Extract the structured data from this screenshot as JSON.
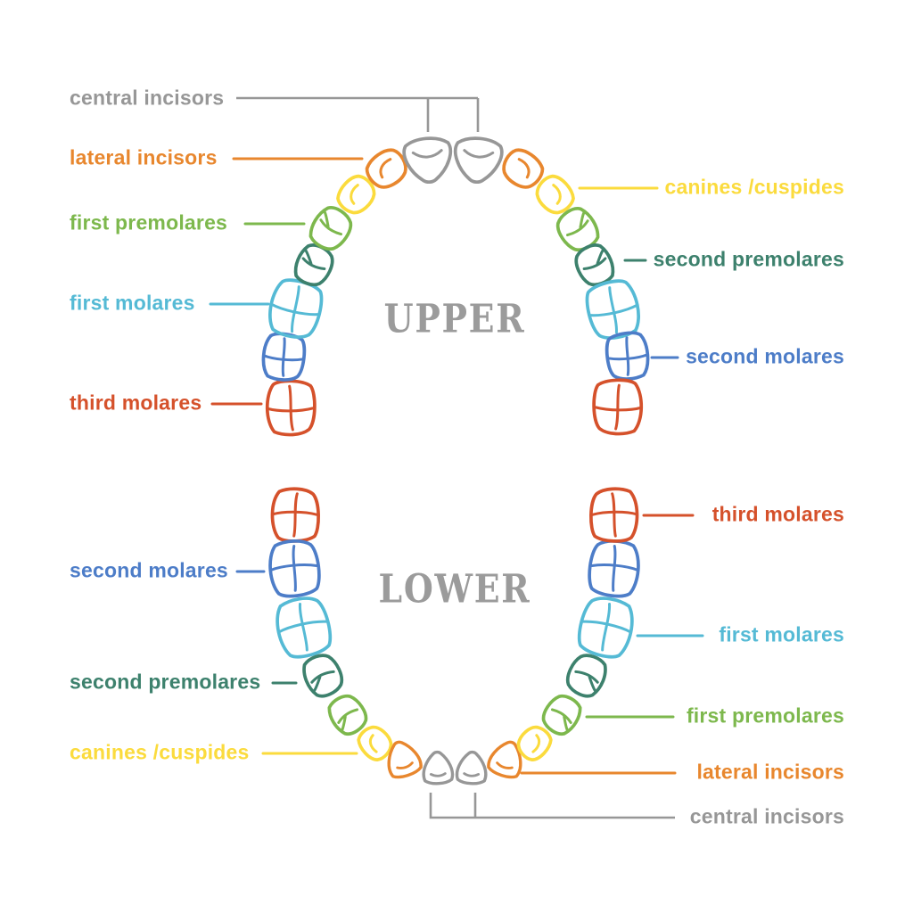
{
  "background": "#ffffff",
  "colors": {
    "central_incisors": "#979797",
    "lateral_incisors": "#e8872e",
    "canines": "#fbdb3d",
    "first_premolares": "#7db84d",
    "second_premolares": "#3d816d",
    "first_molares": "#55bad5",
    "second_molares": "#4d7dc8",
    "third_molares": "#d5512b",
    "section_title": "#9b9b9b"
  },
  "sections": {
    "upper": {
      "title": "UPPER",
      "left_labels": [
        {
          "text": "central incisors",
          "color": "central_incisors"
        },
        {
          "text": "lateral incisors",
          "color": "lateral_incisors"
        },
        {
          "text": "first premolares",
          "color": "first_premolares"
        },
        {
          "text": "first molares",
          "color": "first_molares"
        },
        {
          "text": "third molares",
          "color": "third_molares"
        }
      ],
      "right_labels": [
        {
          "text": "canines /cuspides",
          "color": "canines"
        },
        {
          "text": "second premolares",
          "color": "second_premolares"
        },
        {
          "text": "second molares",
          "color": "second_molares"
        }
      ]
    },
    "lower": {
      "title": "LOWER",
      "left_labels": [
        {
          "text": "second molares",
          "color": "second_molares"
        },
        {
          "text": "second premolares",
          "color": "second_premolares"
        },
        {
          "text": "canines /cuspides",
          "color": "canines"
        }
      ],
      "right_labels": [
        {
          "text": "third molares",
          "color": "third_molares"
        },
        {
          "text": "first molares",
          "color": "first_molares"
        },
        {
          "text": "first premolares",
          "color": "first_premolares"
        },
        {
          "text": "lateral incisors",
          "color": "lateral_incisors"
        },
        {
          "text": "central incisors",
          "color": "central_incisors"
        }
      ]
    }
  }
}
